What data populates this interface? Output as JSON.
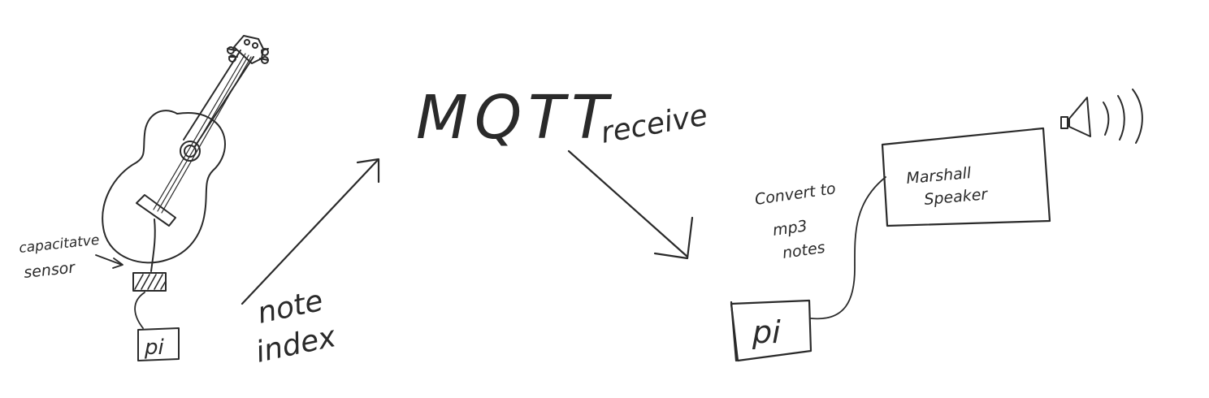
{
  "diagram": {
    "guitar": {
      "sensor_label_line1": "capacitatve",
      "sensor_label_line2": "sensor",
      "pi_label": "pi"
    },
    "arrow_up": {
      "label_line1": "note",
      "label_line2": "index"
    },
    "broker": {
      "label": "MQTT"
    },
    "arrow_down": {
      "label": "receive"
    },
    "receiver": {
      "convert_line1": "Convert to",
      "convert_line2": "mp3",
      "convert_line3": "notes",
      "pi_label": "pi",
      "speaker_line1": "Marshall",
      "speaker_line2": "Speaker"
    },
    "icons": {
      "speaker_icon": "speaker-sound-icon",
      "guitar_icon": "ukulele-guitar-icon"
    }
  }
}
